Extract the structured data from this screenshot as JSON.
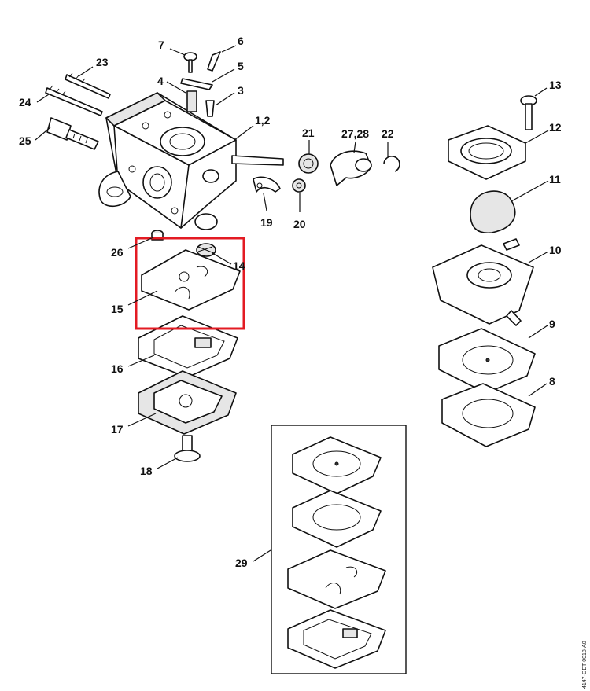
{
  "callouts": [
    {
      "id": "c23",
      "text": "23"
    },
    {
      "id": "c24",
      "text": "24"
    },
    {
      "id": "c25",
      "text": "25"
    },
    {
      "id": "c7",
      "text": "7"
    },
    {
      "id": "c6",
      "text": "6"
    },
    {
      "id": "c5",
      "text": "5"
    },
    {
      "id": "c4",
      "text": "4"
    },
    {
      "id": "c3",
      "text": "3"
    },
    {
      "id": "c12b",
      "text": "1,2"
    },
    {
      "id": "c21",
      "text": "21"
    },
    {
      "id": "c2728",
      "text": "27,28"
    },
    {
      "id": "c22",
      "text": "22"
    },
    {
      "id": "c19",
      "text": "19"
    },
    {
      "id": "c20",
      "text": "20"
    },
    {
      "id": "c13",
      "text": "13"
    },
    {
      "id": "c12",
      "text": "12"
    },
    {
      "id": "c11",
      "text": "11"
    },
    {
      "id": "c10",
      "text": "10"
    },
    {
      "id": "c9",
      "text": "9"
    },
    {
      "id": "c8",
      "text": "8"
    },
    {
      "id": "c26",
      "text": "26"
    },
    {
      "id": "c14",
      "text": "14"
    },
    {
      "id": "c15",
      "text": "15"
    },
    {
      "id": "c16",
      "text": "16"
    },
    {
      "id": "c17",
      "text": "17"
    },
    {
      "id": "c18",
      "text": "18"
    },
    {
      "id": "c29",
      "text": "29"
    }
  ],
  "drawing_code": "4147-GET-0018-A0",
  "highlight_color": "#e31b23"
}
